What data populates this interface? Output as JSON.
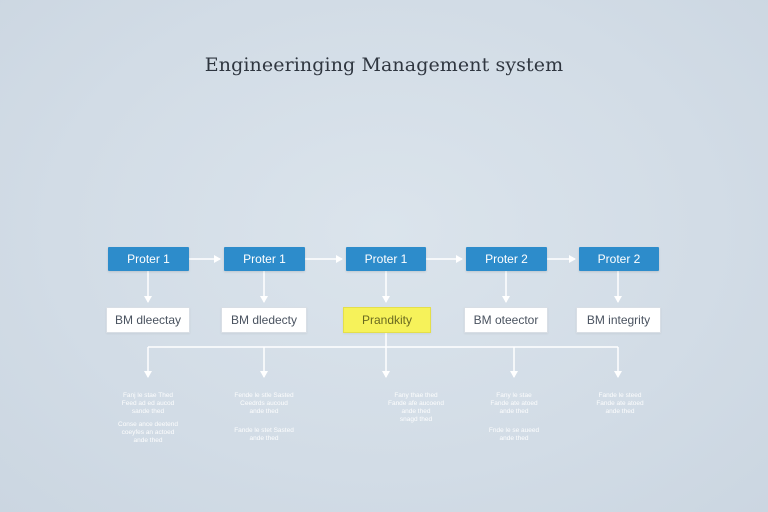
{
  "title": "Engineeringing Management system",
  "process_nodes": [
    {
      "label": "Proter 1"
    },
    {
      "label": "Proter 1"
    },
    {
      "label": "Proter 1"
    },
    {
      "label": "Proter 2"
    },
    {
      "label": "Proter 2"
    }
  ],
  "component_nodes": [
    {
      "label": "BM dleectay",
      "highlight": false
    },
    {
      "label": "BM dledecty",
      "highlight": false
    },
    {
      "label": "Prandkity",
      "highlight": true
    },
    {
      "label": "BM oteector",
      "highlight": false
    },
    {
      "label": "BM integrity",
      "highlight": false
    }
  ],
  "notes": [
    {
      "top": "Fanj le stae Thed\nFeed ad ed aucod\nsande thed",
      "bottom": "Conse ance deetend\ncoeyfes an actoed\nande thed"
    },
    {
      "top": "Fende le stle Sasted\nCeedrds aucoud\nande thed",
      "bottom": "Fande le stet Sasted\nande thed"
    },
    {
      "top": "Fany thae thed\nFande afe aucoend\nande thed\nsnagd thed",
      "bottom": ""
    },
    {
      "top": "Fany le stae\nFande ate atoed\nande thed",
      "bottom": "Fnde le se aueed\nande thed"
    },
    {
      "top": "Fande le steed\nFande ate atoed\nande thed",
      "bottom": ""
    }
  ],
  "colors": {
    "background": "#d3dde7",
    "process": "#2d8ccb",
    "component": "#ffffff",
    "highlight": "#f6f25a",
    "wire": "#ffffff"
  }
}
